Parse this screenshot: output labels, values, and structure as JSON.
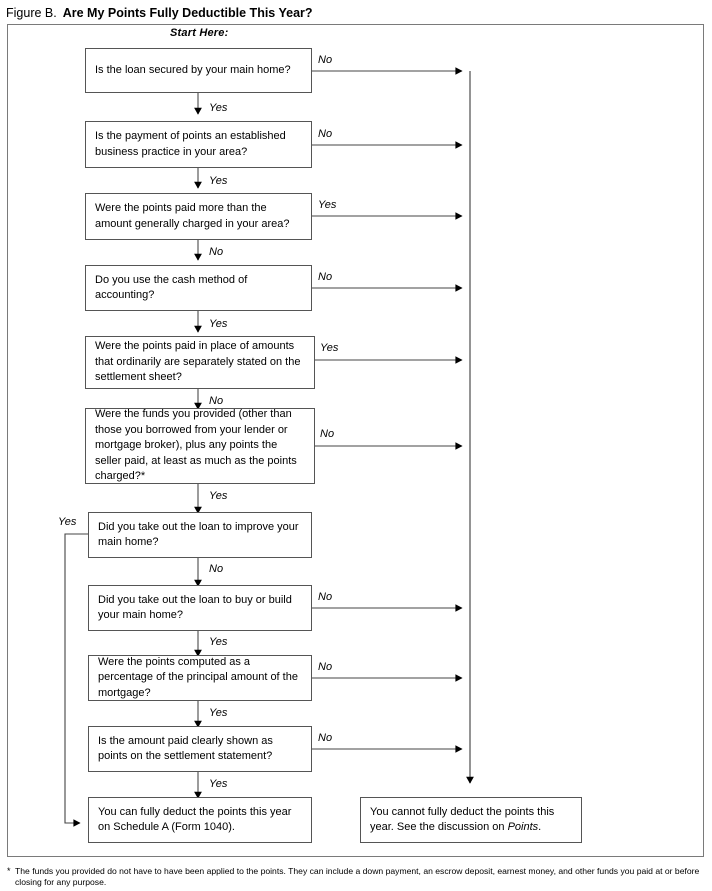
{
  "figure": {
    "label": "Figure B.",
    "heading": "Are My Points Fully Deductible This Year?",
    "start_here": "Start Here:"
  },
  "nodes": [
    {
      "id": "q1",
      "text": "Is the loan secured by your main home?"
    },
    {
      "id": "q2",
      "text": "Is the payment of points an established business practice in your area?"
    },
    {
      "id": "q3",
      "text": "Were the points paid more than the amount generally charged in your area?"
    },
    {
      "id": "q4",
      "text": "Do you use the cash method of accounting?"
    },
    {
      "id": "q5",
      "text": "Were the points paid in place of amounts that ordinarily are separately stated on the settlement sheet?"
    },
    {
      "id": "q6",
      "text": "Were the funds you provided (other than those you borrowed from your lender or mortgage broker), plus any points the seller paid, at least as much as the points charged?*"
    },
    {
      "id": "q7",
      "text": "Did you take out the loan to improve your main home?"
    },
    {
      "id": "q8",
      "text": "Did you take out the loan to buy or build your main home?"
    },
    {
      "id": "q9",
      "text": "Were the points computed as a percentage of the principal amount of the mortgage?"
    },
    {
      "id": "q10",
      "text": "Is the amount paid clearly shown as points on the settlement statement?"
    },
    {
      "id": "deductible",
      "text": "You can fully deduct the points this year on Schedule A (Form 1040)."
    },
    {
      "id": "not-deductible",
      "text_before": "You cannot fully deduct the points this year. See the discussion on ",
      "text_italic": "Points",
      "text_after": "."
    }
  ],
  "branch_labels": {
    "q1_right": "No",
    "q1_down": "Yes",
    "q2_right": "No",
    "q2_down": "Yes",
    "q3_right": "Yes",
    "q3_down": "No",
    "q4_right": "No",
    "q4_down": "Yes",
    "q5_right": "Yes",
    "q5_down": "No",
    "q6_right": "No",
    "q6_down": "Yes",
    "q7_left": "Yes",
    "q7_down": "No",
    "q8_right": "No",
    "q8_down": "Yes",
    "q9_right": "No",
    "q9_down": "Yes",
    "q10_right": "No",
    "q10_down": "Yes"
  },
  "footnote": {
    "marker": "*",
    "text": "The funds you provided do not have to have been applied to the points. They can include a down payment, an escrow deposit, earnest money, and other funds you paid at or before closing for any purpose."
  },
  "colors": {
    "box_border": "#555555",
    "frame_border": "#7a7a7a",
    "line": "#666666",
    "arrow": "#000000",
    "text": "#000000",
    "background": "#ffffff"
  }
}
